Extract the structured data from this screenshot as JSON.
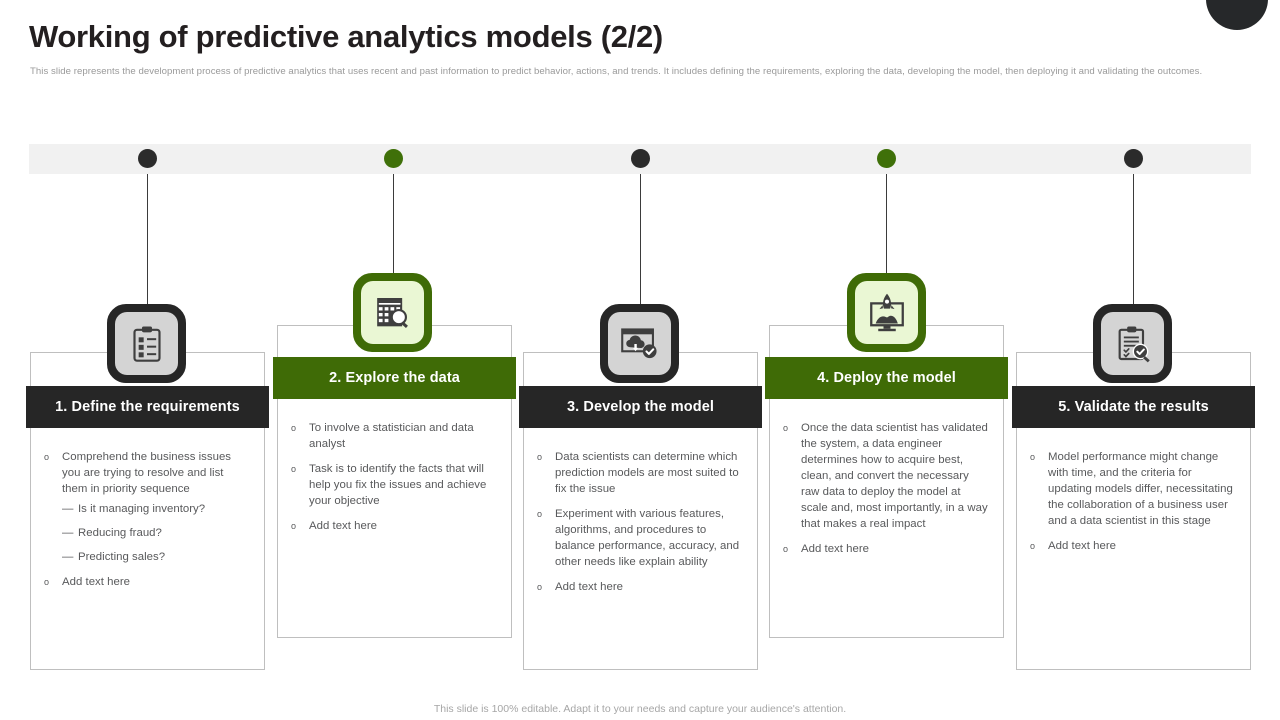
{
  "header": {
    "title": "Working of predictive analytics models (2/2)",
    "subtitle": "This slide represents the development process of predictive analytics that uses recent and past information to predict behavior, actions, and trends. It includes defining the requirements, exploring the data, developing the model, then deploying it and validating the outcomes."
  },
  "colors": {
    "green": "#3f6b06",
    "dark": "#262626",
    "dot_dark": "#2b2b2b",
    "dot_green": "#3f7009",
    "strip_gray": "#f1f1f1",
    "icon_gray": "#d4d4d4",
    "icon_lime": "#eaf7d4",
    "body_text": "#58595b",
    "subtitle_text": "#9a9a9a"
  },
  "timeline": {
    "dots": [
      {
        "name": "dot-1",
        "color": "#2b2b2b"
      },
      {
        "name": "dot-2",
        "color": "#3f7009"
      },
      {
        "name": "dot-3",
        "color": "#2b2b2b"
      },
      {
        "name": "dot-4",
        "color": "#3f7009"
      },
      {
        "name": "dot-5",
        "color": "#2b2b2b"
      }
    ]
  },
  "steps": [
    {
      "title": "1. Define the requirements",
      "theme": "dark",
      "icon": "clipboard-checklist-icon",
      "bullets": [
        {
          "text": "Comprehend the business issues you are trying to resolve and list them in priority sequence",
          "sub": [
            "Is it managing inventory?",
            "Reducing fraud?",
            "Predicting sales?"
          ]
        },
        {
          "text": "Add text here",
          "sub": []
        }
      ]
    },
    {
      "title": "2. Explore the data",
      "theme": "green",
      "icon": "data-table-search-icon",
      "bullets": [
        {
          "text": "To involve  a statistician and data analyst",
          "sub": []
        },
        {
          "text": "Task is to identify the facts that will help you fix the issues and achieve your objective",
          "sub": []
        },
        {
          "text": "Add text here",
          "sub": []
        }
      ]
    },
    {
      "title": "3. Develop the model",
      "theme": "dark",
      "icon": "browser-cloud-check-icon",
      "bullets": [
        {
          "text": "Data scientists can determine which prediction models are most suited to fix the issue",
          "sub": []
        },
        {
          "text": "Experiment with various features, algorithms, and procedures to balance performance, accuracy, and other needs like explain ability",
          "sub": []
        },
        {
          "text": "Add text here",
          "sub": []
        }
      ]
    },
    {
      "title": "4. Deploy the model",
      "theme": "green",
      "icon": "monitor-rocket-launch-icon",
      "bullets": [
        {
          "text": "Once the data scientist has validated the system, a data engineer determines how to acquire best, clean, and convert the necessary raw data to deploy the model at scale and, most importantly, in a way that makes a real impact",
          "sub": []
        },
        {
          "text": "Add text here",
          "sub": []
        }
      ]
    },
    {
      "title": "5. Validate the results",
      "theme": "dark",
      "icon": "clipboard-magnifier-check-icon",
      "bullets": [
        {
          "text": "Model performance might change with time, and the criteria for updating models differ, necessitating the collaboration of a business user and a data scientist in this stage",
          "sub": []
        },
        {
          "text": "Add text here",
          "sub": []
        }
      ]
    }
  ],
  "footer": {
    "note": "This slide is 100% editable. Adapt it to your needs and capture your audience's attention."
  },
  "bullet_glyph": "o",
  "sub_glyph": "—"
}
